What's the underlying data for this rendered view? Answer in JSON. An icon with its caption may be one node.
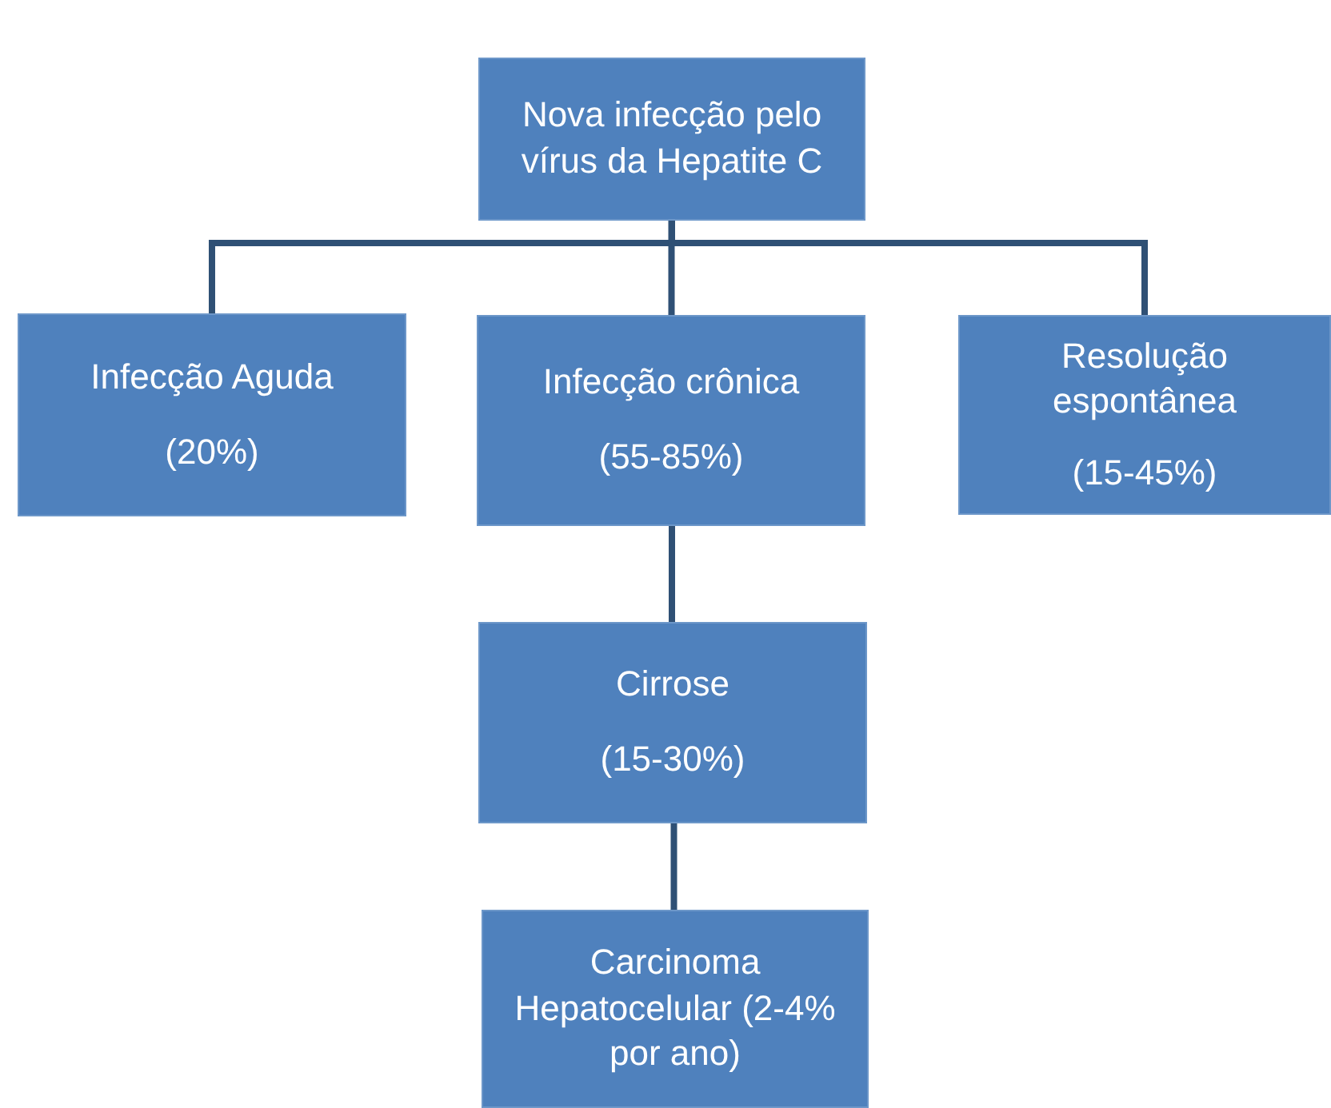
{
  "diagram": {
    "nodes": [
      {
        "text": [
          "Nova infecção pelo vírus da Hepatite C"
        ]
      },
      {
        "text": [
          "Infecção Aguda",
          "(20%)"
        ]
      },
      {
        "text": [
          "Infecção crônica",
          "(55-85%)"
        ]
      },
      {
        "text": [
          "Resolução espontânea",
          "(15-45%)"
        ]
      },
      {
        "text": [
          "Cirrose",
          "(15-30%)"
        ]
      },
      {
        "text": [
          "Carcinoma Hepatocelular (2-4% por ano)"
        ]
      }
    ],
    "edges": [
      {
        "from": 0,
        "to": 1,
        "arrow": "none"
      },
      {
        "from": 0,
        "to": 2,
        "arrow": "none"
      },
      {
        "from": 0,
        "to": 3,
        "arrow": "none"
      },
      {
        "from": 2,
        "to": 4,
        "arrow": "none"
      },
      {
        "from": 4,
        "to": 5,
        "arrow": "none"
      }
    ]
  }
}
